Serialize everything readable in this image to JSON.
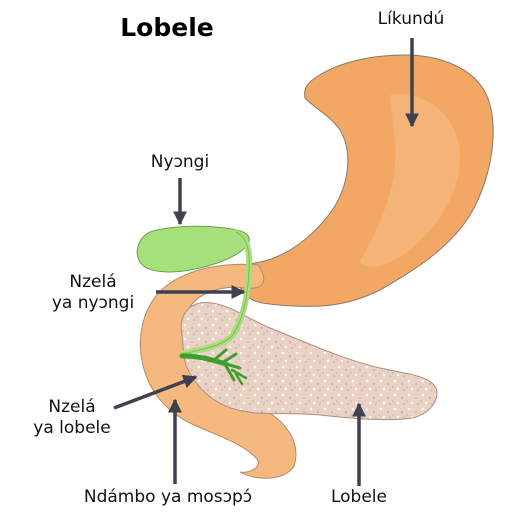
{
  "title": "Lobele",
  "labels": {
    "stomach": "Líkundú",
    "gallbladder": "Nyɔngi",
    "bile_duct_line1": "Nzelá",
    "bile_duct_line2": "ya nyɔngi",
    "pancreatic_duct_line1": "Nzelá",
    "pancreatic_duct_line2": "ya lobele",
    "duodenum": "Ndámbo ya mosɔpɔ́",
    "pancreas": "Lobele"
  },
  "colors": {
    "stomach": "#f2a864",
    "duodenum": "#f5b980",
    "gallbladder": "#a6e07a",
    "pancreas": "#e9d2c4",
    "duct": "#3f9f2e",
    "arrow": "#3f4050"
  }
}
